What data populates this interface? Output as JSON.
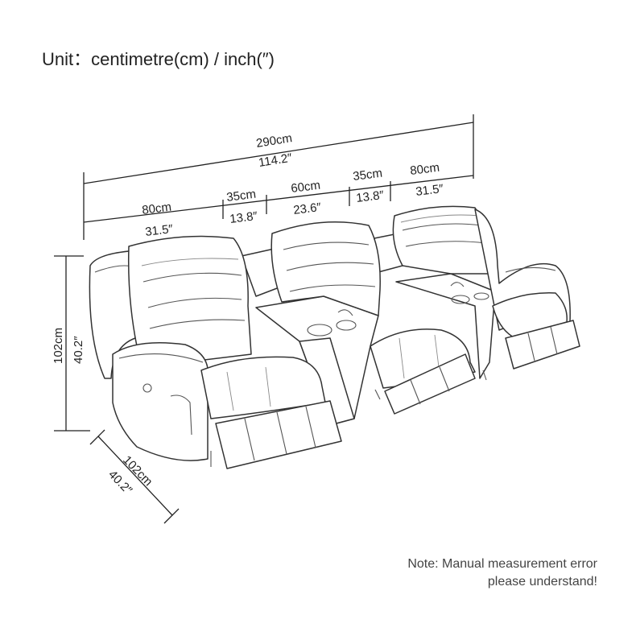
{
  "unit_label": "Unit：centimetre(cm) / inch(″)",
  "dimensions": {
    "total_width_cm": "290cm",
    "total_width_in": "114.2″",
    "seat_left_cm": "80cm",
    "seat_left_in": "31.5″",
    "console_left_cm": "35cm",
    "console_left_in": "13.8″",
    "seat_middle_cm": "60cm",
    "seat_middle_in": "23.6″",
    "console_right_cm": "35cm",
    "console_right_in": "13.8″",
    "seat_right_cm": "80cm",
    "seat_right_in": "31.5″",
    "height_cm": "102cm",
    "height_in": "40.2″",
    "depth_cm": "102cm",
    "depth_in": "40.2″"
  },
  "note": {
    "line1": "Note: Manual measurement error",
    "line2": "please understand!"
  }
}
